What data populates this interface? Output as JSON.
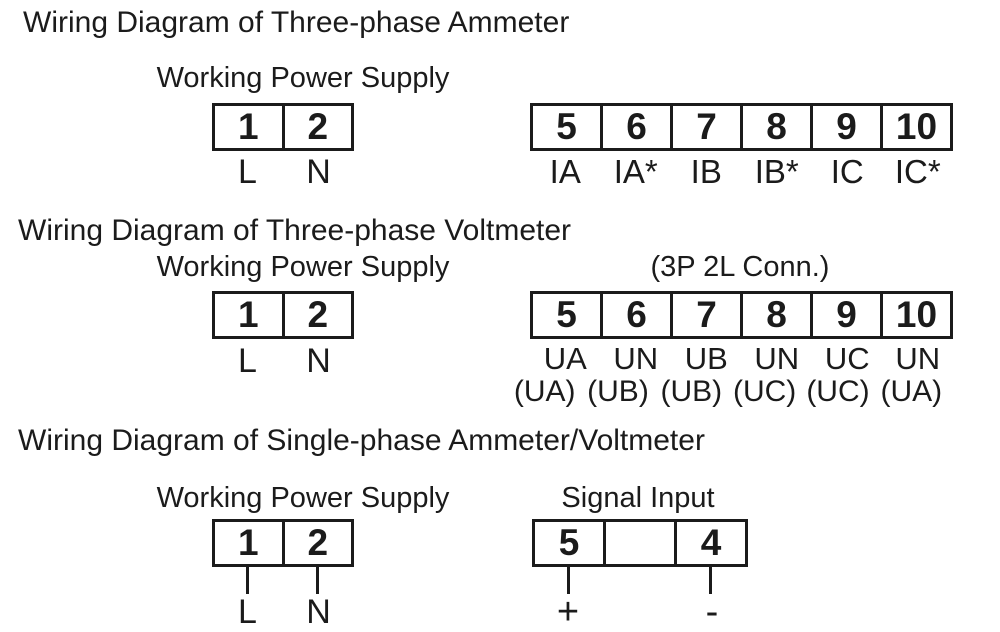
{
  "canvas": {
    "background": "#ffffff",
    "ink": "#1b1b1b"
  },
  "sections": [
    {
      "title": "Wiring Diagram of Three-phase Ammeter",
      "power": {
        "caption": "Working Power Supply",
        "terminals": [
          "1",
          "2"
        ],
        "pins": [
          "L",
          "N"
        ]
      },
      "signal": {
        "terminals": [
          "5",
          "6",
          "7",
          "8",
          "9",
          "10"
        ],
        "pins": [
          "IA",
          "IA*",
          "IB",
          "IB*",
          "IC",
          "IC*"
        ]
      }
    },
    {
      "title": "Wiring Diagram of Three-phase Voltmeter",
      "power": {
        "caption": "Working Power Supply",
        "terminals": [
          "1",
          "2"
        ],
        "pins": [
          "L",
          "N"
        ]
      },
      "signal": {
        "caption": "(3P 2L Conn.)",
        "terminals": [
          "5",
          "6",
          "7",
          "8",
          "9",
          "10"
        ],
        "pins": [
          "UA",
          "UN",
          "UB",
          "UN",
          "UC",
          "UN"
        ],
        "pins_alt": [
          "(UA)",
          "(UB)",
          "(UB)",
          "(UC)",
          "(UC)",
          "(UA)"
        ]
      }
    },
    {
      "title": "Wiring Diagram of Single-phase Ammeter/Voltmeter",
      "power": {
        "caption": "Working Power Supply",
        "terminals": [
          "1",
          "2"
        ],
        "pins": [
          "L",
          "N"
        ]
      },
      "signal": {
        "caption": "Signal Input",
        "terminals": [
          "5",
          "",
          "4"
        ],
        "pins": [
          "+",
          "",
          "-"
        ]
      }
    }
  ]
}
